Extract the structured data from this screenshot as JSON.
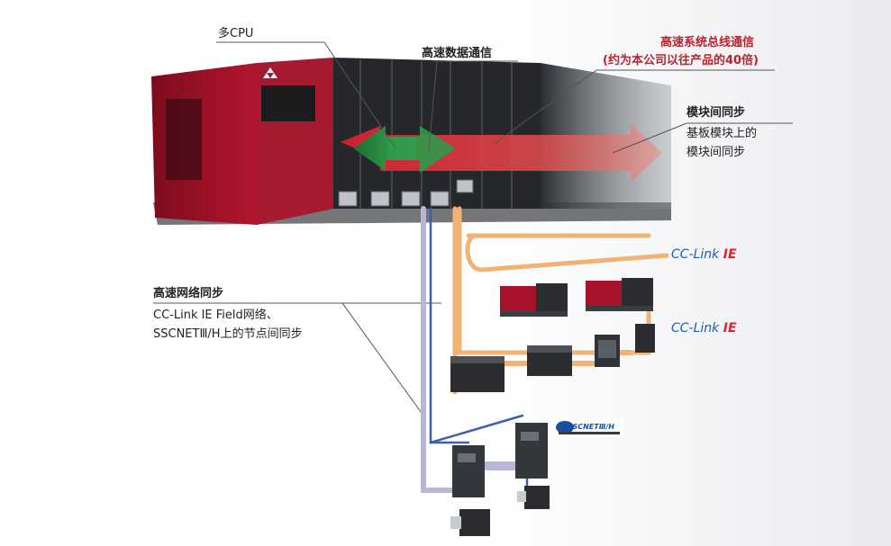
{
  "labels": {
    "multi_cpu": "多CPU",
    "high_speed_data": "高速数据通信",
    "bus_title": "高速系统总线通信",
    "bus_sub": "(约为本公司以往产品的40倍)",
    "module_sync_title": "模块间同步",
    "module_sync_line1": "基板模块上的",
    "module_sync_line2": "模块间同步",
    "network_sync_title": "高速网络同步",
    "network_sync_line1": "CC-Link IE Field网络、",
    "network_sync_line2": "SSCNETⅢ/H上的节点间同步"
  },
  "networks": {
    "cclink_a_prefix": "CC-Link",
    "cclink_a_suffix": "IE",
    "cclink_b_prefix": "CC-Link",
    "cclink_b_suffix": "IE",
    "sscnet": "SSCNETⅢ/H"
  },
  "colors": {
    "plc_red": "#a8122a",
    "arrow_red": "#e23b3b",
    "arrow_green": "#1f8a3a",
    "cable_orange": "#f2b274",
    "cable_blue": "#3f5fb0",
    "cable_lavender": "#b9b6d6"
  }
}
